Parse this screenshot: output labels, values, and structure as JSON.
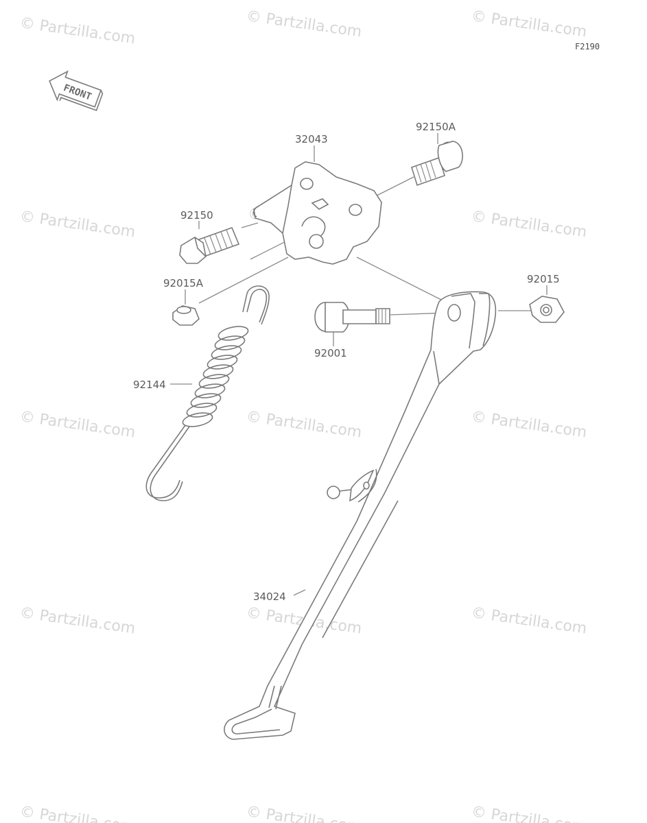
{
  "figure_code": "F2190",
  "front_label": "FRONT",
  "watermark": "© Partzilla.com",
  "parts": {
    "bracket": "32043",
    "bolt_upper": "92150A",
    "bolt_left": "92150",
    "nut_small": "92015A",
    "spring": "92144",
    "pivot_bolt": "92001",
    "nut_right": "92015",
    "side_stand": "34024"
  }
}
